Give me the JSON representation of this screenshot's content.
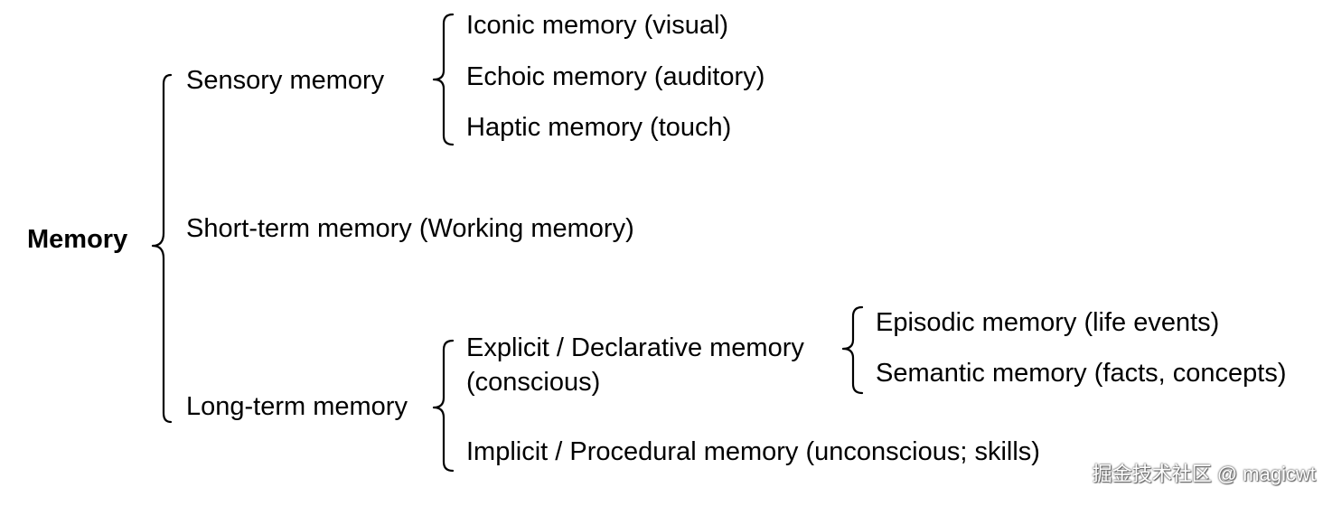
{
  "diagram": {
    "root": "Memory",
    "sensory": {
      "label": "Sensory memory",
      "children": [
        "Iconic memory (visual)",
        "Echoic memory (auditory)",
        "Haptic memory (touch)"
      ]
    },
    "short_term": {
      "label": "Short-term memory (Working memory)"
    },
    "long_term": {
      "label": "Long-term memory",
      "explicit": {
        "label_line1": "Explicit / Declarative memory",
        "label_line2": "(conscious)",
        "children": [
          "Episodic memory (life events)",
          "Semantic memory (facts, concepts)"
        ]
      },
      "implicit": {
        "label": "Implicit / Procedural memory (unconscious; skills)"
      }
    }
  },
  "watermark": "掘金技术社区 @ magicwt",
  "colors": {
    "text": "#000000",
    "background": "#ffffff",
    "watermark": "#ffffff"
  }
}
